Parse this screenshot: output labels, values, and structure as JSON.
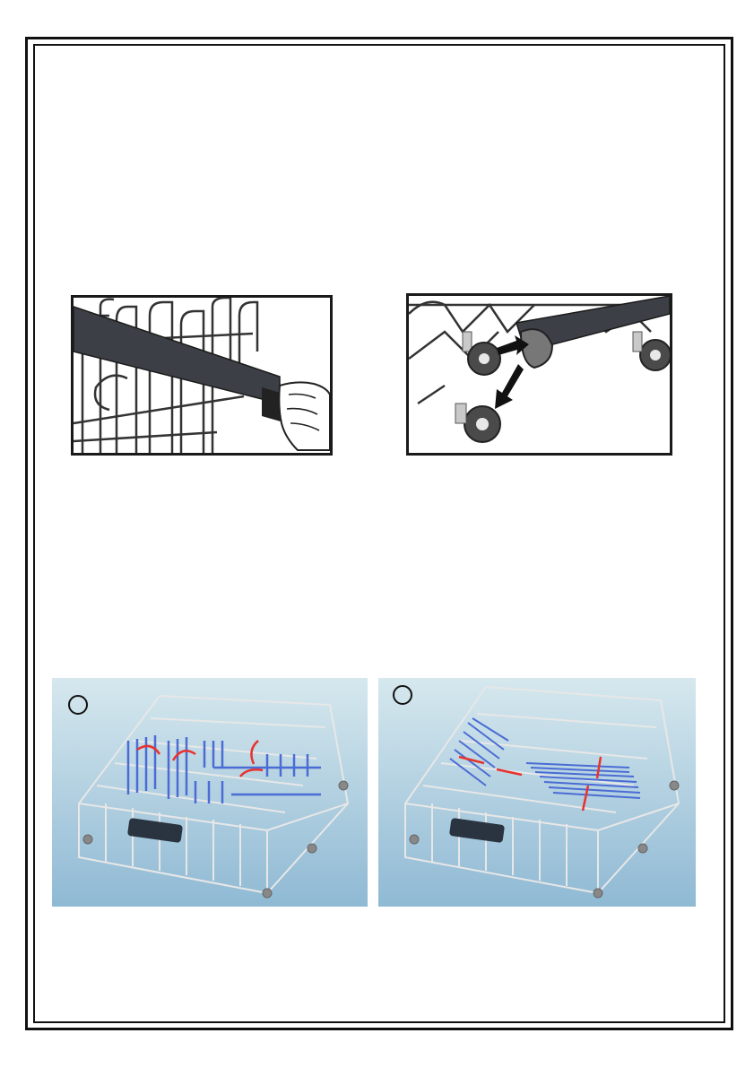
{
  "document": {
    "figures": [
      {
        "id": "rail-removal",
        "icon": "hand-sliding-rail-icon"
      },
      {
        "id": "wheel-removal",
        "icon": "wheel-detach-arrow-icon"
      },
      {
        "id": "rack-fold-tines",
        "step_label": "",
        "icon": "folding-tines-rack-icon"
      },
      {
        "id": "rack-tines-folded",
        "step_label": "",
        "icon": "folded-tines-rack-icon"
      }
    ],
    "colors": {
      "frame": "#111111",
      "rack_wire": "#e7e7e7",
      "tines": "#4a6cd4",
      "arrow": "#e8322e",
      "panel_gradient_top": "#d6e8ee",
      "panel_gradient_bottom": "#8fb9d4"
    }
  }
}
